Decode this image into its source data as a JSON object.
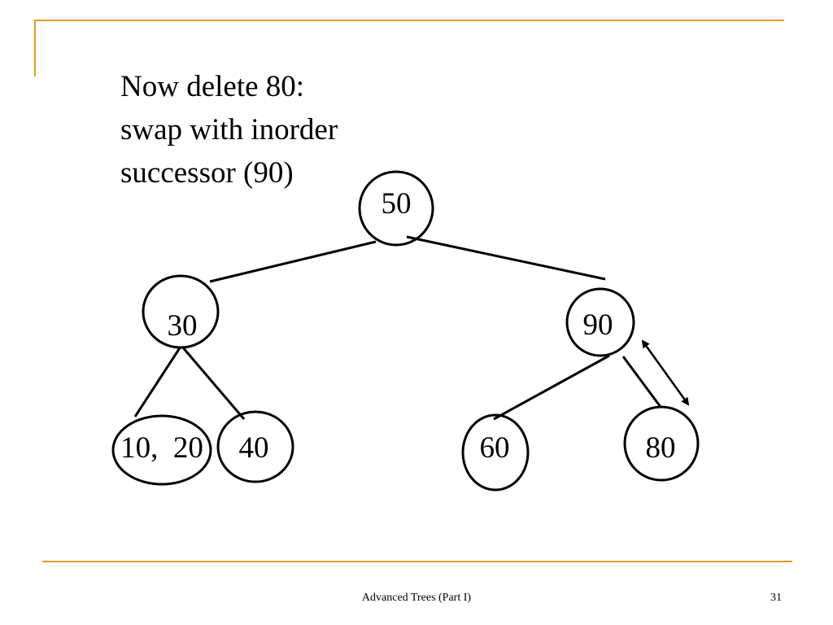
{
  "slide": {
    "text_lines": [
      "Now delete 80:",
      "swap with inorder",
      "successor (90)"
    ]
  },
  "diagram": {
    "nodes": {
      "n50": "50",
      "n30": "30",
      "n90": "90",
      "n1020": "10,  20",
      "n40": "40",
      "n60": "60",
      "n80": "80"
    }
  },
  "footer": {
    "title": "Advanced Trees (Part I)",
    "page_number": "31"
  },
  "colors": {
    "accent_rule": "#e0a020",
    "ink": "#000000",
    "background": "#ffffff"
  }
}
